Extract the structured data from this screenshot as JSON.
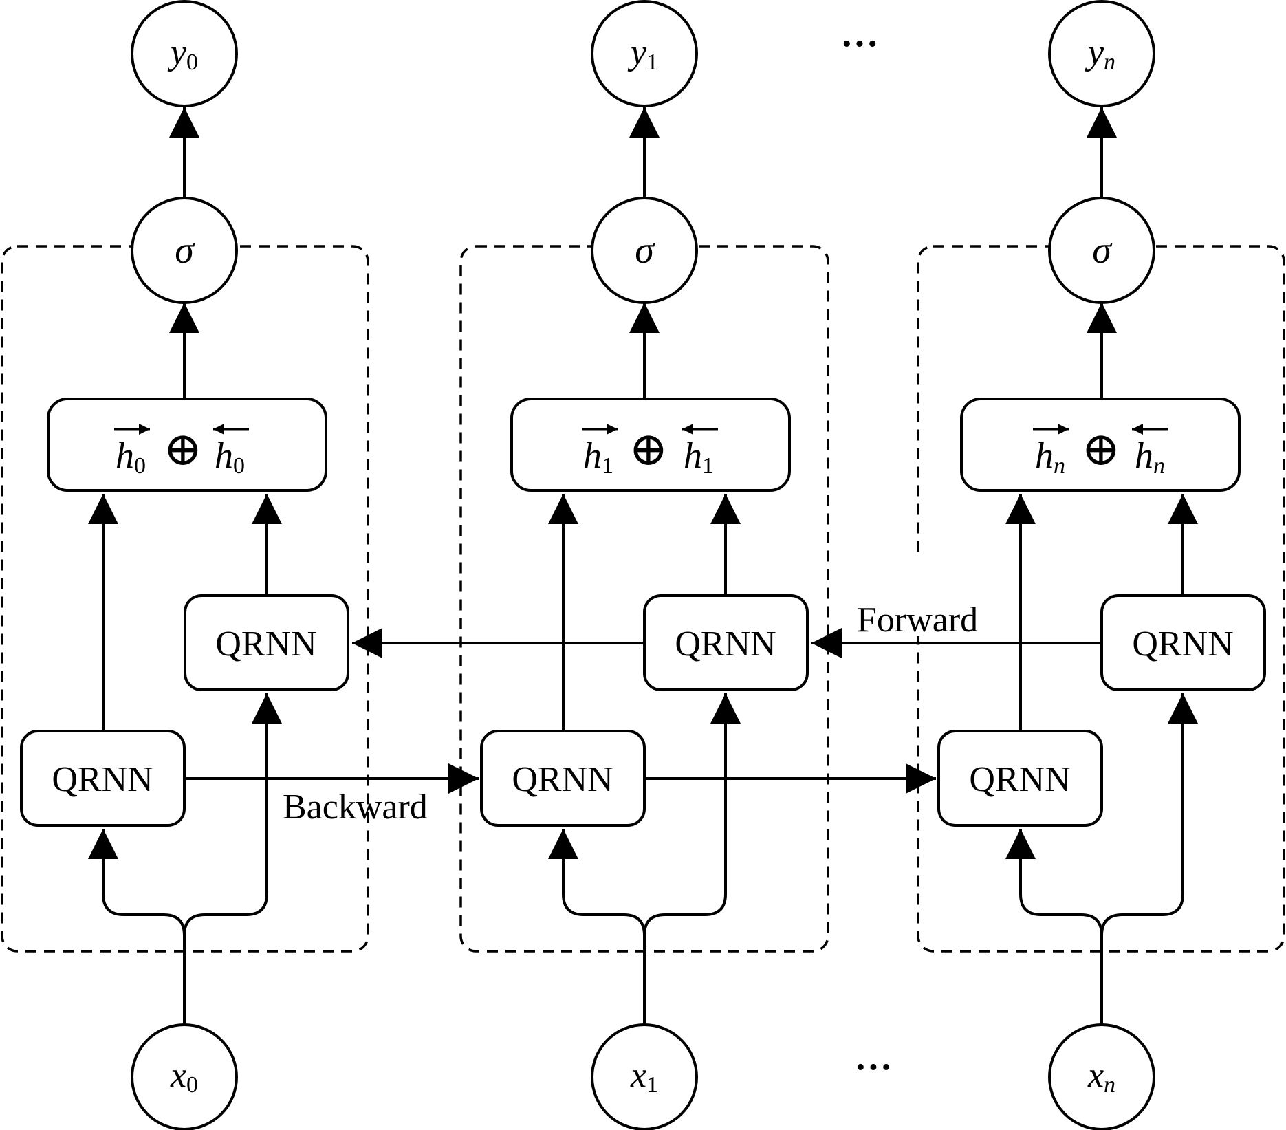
{
  "columns": [
    {
      "output_var": "y",
      "input_var": "x",
      "index": "0",
      "activation": "σ",
      "hidden_var": "h",
      "concat_operator": "⊕"
    },
    {
      "output_var": "y",
      "input_var": "x",
      "index": "1",
      "activation": "σ",
      "hidden_var": "h",
      "concat_operator": "⊕"
    },
    {
      "output_var": "y",
      "input_var": "x",
      "index": "n",
      "activation": "σ",
      "hidden_var": "h",
      "concat_operator": "⊕"
    }
  ],
  "cell_label": "QRNN",
  "forward_label": "Forward",
  "backward_label": "Backward",
  "ellipsis_top": "···",
  "ellipsis_bottom": "···"
}
